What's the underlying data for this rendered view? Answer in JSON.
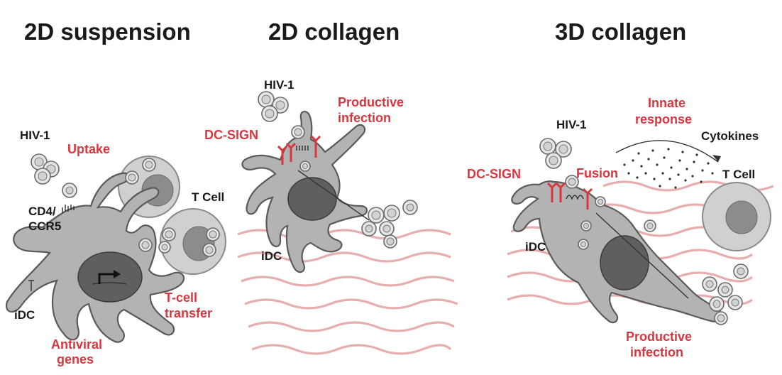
{
  "panels": {
    "suspension": {
      "title": "2D suspension",
      "hiv": "HIV-1",
      "uptake": "Uptake",
      "cd4_line1": "CD4/",
      "cd4_line2": "CCR5",
      "tcell": "T Cell",
      "idc": "iDC",
      "transfer_line1": "T-cell",
      "transfer_line2": "transfer",
      "antiviral_line1": "Antiviral",
      "antiviral_line2": "genes"
    },
    "collagen2d": {
      "title": "2D collagen",
      "hiv": "HIV-1",
      "productive_line1": "Productive",
      "productive_line2": "infection",
      "dcsign": "DC-SIGN",
      "idc": "iDC"
    },
    "collagen3d": {
      "title": "3D collagen",
      "hiv": "HIV-1",
      "innate_line1": "Innate",
      "innate_line2": "response",
      "cytokines": "Cytokines",
      "dcsign": "DC-SIGN",
      "fusion": "Fusion",
      "tcell": "T Cell",
      "idc": "iDC",
      "productive_line1": "Productive",
      "productive_line2": "infection"
    }
  },
  "colors": {
    "red_label": "#d9363e",
    "black_label": "#1a1a1a",
    "cell_fill": "#b3b3b3",
    "collagen_fiber": "#e3a0a0"
  }
}
